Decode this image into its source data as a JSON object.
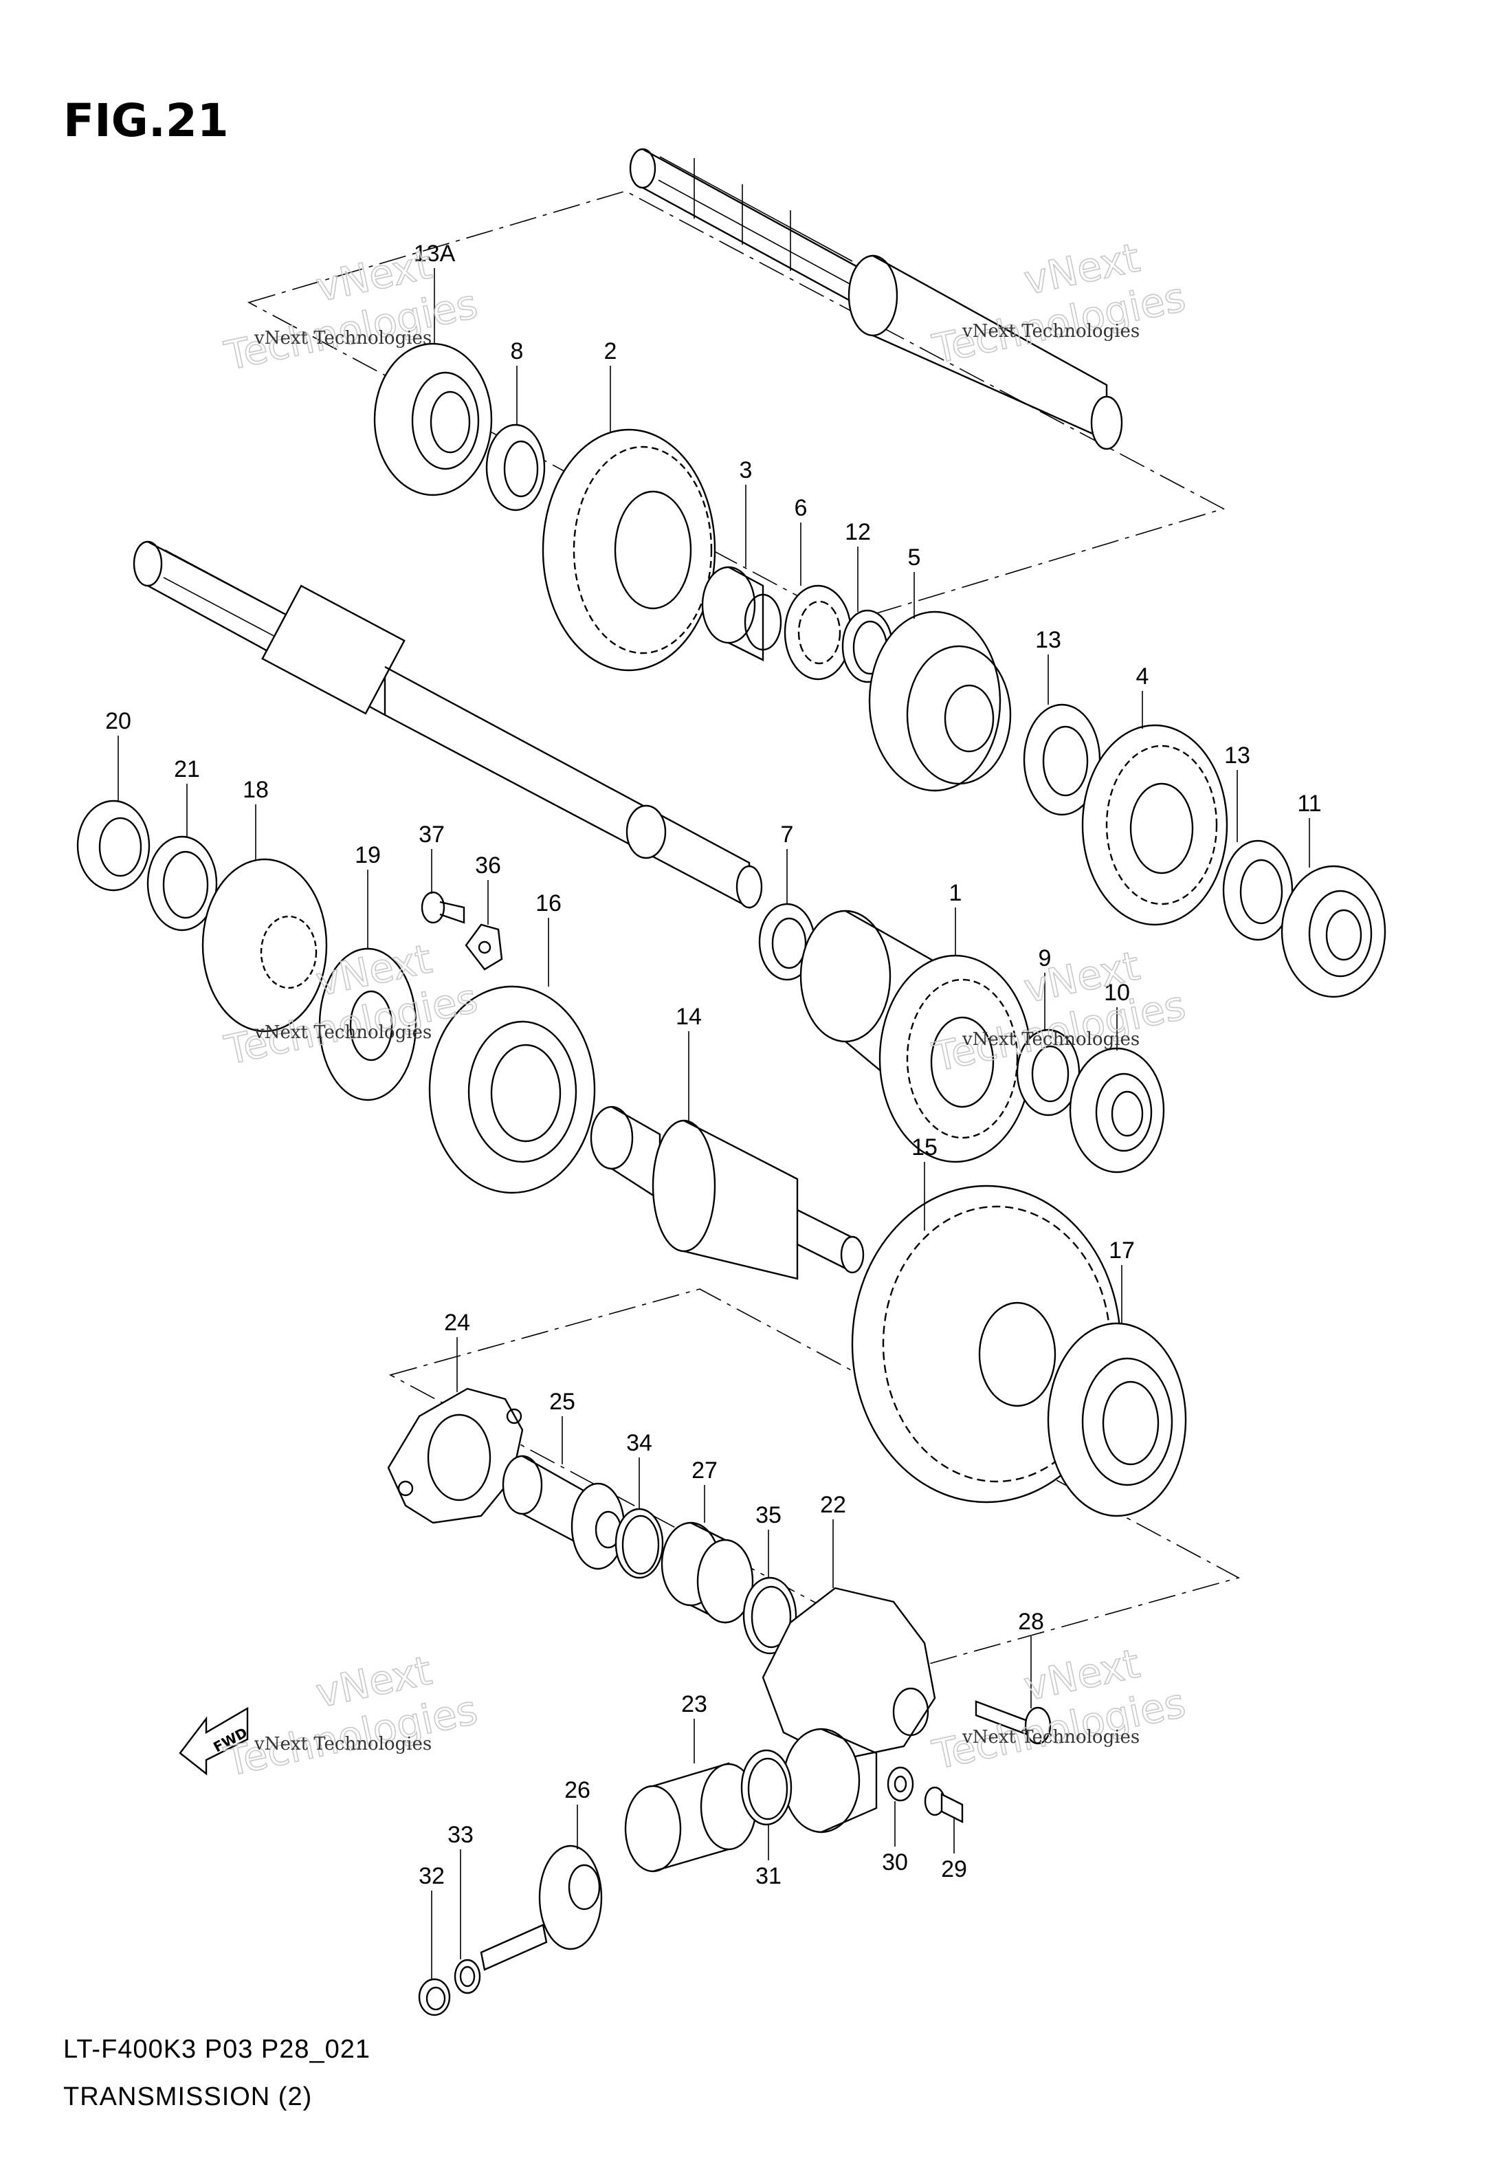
{
  "figure_title": "FIG.21",
  "footer": {
    "model_code": "LT-F400K3 P03 P28_021",
    "section_name": "TRANSMISSION (2)"
  },
  "watermark": {
    "small_text": "vNext Technologies",
    "big_text": "vNext\nTechnologies"
  },
  "direction_indicator": "FWD",
  "part_labels": [
    "13A",
    "8",
    "2",
    "3",
    "6",
    "12",
    "5",
    "13",
    "4",
    "13",
    "11",
    "20",
    "21",
    "18",
    "37",
    "36",
    "19",
    "16",
    "7",
    "1",
    "9",
    "10",
    "14",
    "15",
    "17",
    "24",
    "25",
    "34",
    "27",
    "35",
    "22",
    "28",
    "23",
    "26",
    "33",
    "32",
    "31",
    "30",
    "29"
  ]
}
